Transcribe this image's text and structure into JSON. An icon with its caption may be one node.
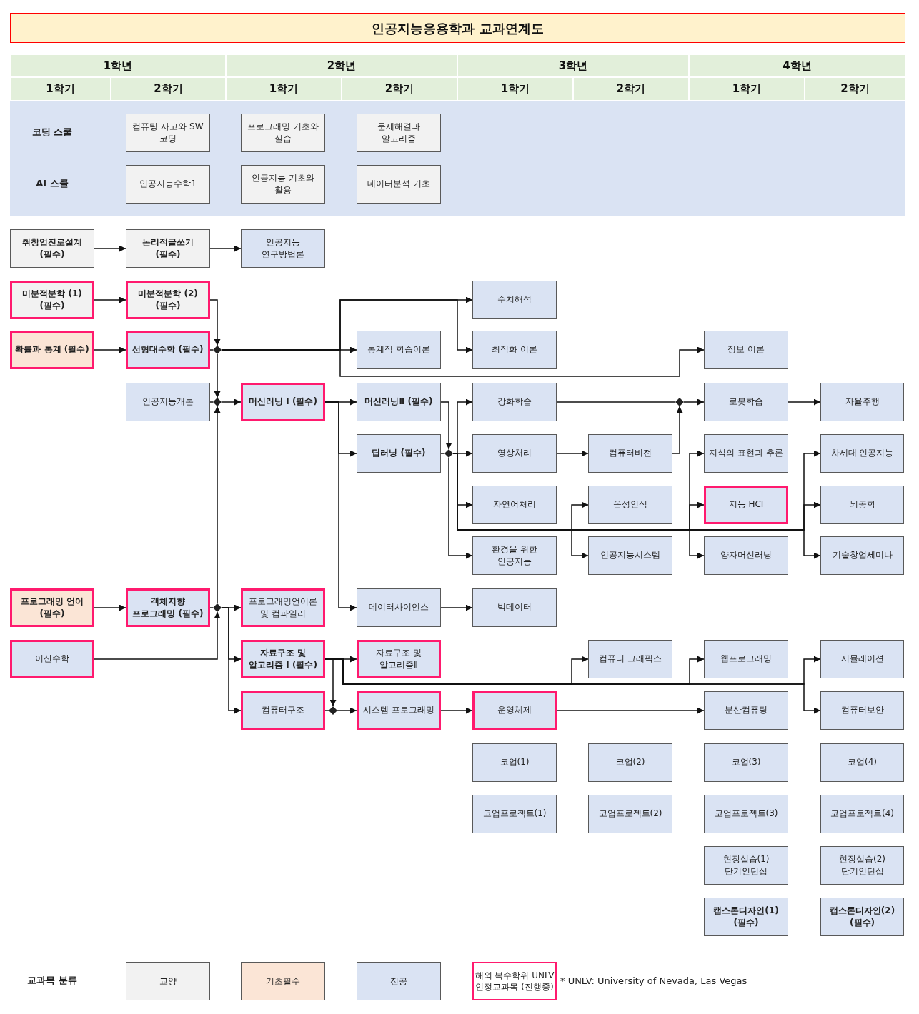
{
  "diagram": {
    "title": "인공지능응용학과 교과연계도",
    "nodes": [
      {
        "text": [
          "코딩 스쿨",
          "AI 스쿨"
        ]
      },
      {
        "text": [
          "컴퓨팅 사고와 SW 코딩"
        ],
        "in": 0
      },
      {
        "text": [
          "프로그래밍 기초와 실습"
        ],
        "in": 0
      },
      {
        "text": [
          "문제해결과 알고리즘"
        ],
        "in": 0
      },
      {
        "text": [
          "인공지능수학1"
        ],
        "in": 0
      },
      {
        "text": [
          "인공지능 기초와 활용"
        ],
        "in": 0
      },
      {
        "text": [
          "데이터분석 기초"
        ],
        "in": 0
      },
      {
        "text": [
          "취창업진로설계 (필수)"
        ]
      },
      {
        "text": [
          "논리적글쓰기 (필수)"
        ]
      },
      {
        "text": [
          "인공지능 연구방법론"
        ]
      },
      {
        "text": [
          "미분적분학 (1) (필수)"
        ]
      },
      {
        "text": [
          "미분적분학 (2) (필수)"
        ]
      },
      {
        "text": [
          "수치해석"
        ]
      },
      {
        "text": [
          "확률과 통계 (필수)"
        ]
      },
      {
        "text": [
          "선형대수학 (필수)"
        ]
      },
      {
        "text": [
          "통계적 학습이론"
        ]
      },
      {
        "text": [
          "최적화 이론"
        ]
      },
      {
        "text": [
          "정보 이론"
        ]
      },
      {
        "text": [
          "인공지능개론"
        ]
      },
      {
        "text": [
          "머신러닝 Ⅰ (필수)"
        ]
      },
      {
        "text": [
          "머신러닝Ⅱ (필수)"
        ]
      },
      {
        "text": [
          "강화학습"
        ]
      },
      {
        "text": [
          "로봇학습"
        ]
      },
      {
        "text": [
          "자율주행"
        ]
      },
      {
        "text": [
          "딥러닝 (필수)"
        ]
      },
      {
        "text": [
          "영상처리"
        ]
      },
      {
        "text": [
          "컴퓨터비전"
        ]
      },
      {
        "text": [
          "지식의 표현과 추론"
        ]
      },
      {
        "text": [
          "차세대 인공지능"
        ]
      },
      {
        "text": [
          "자연어처리"
        ]
      },
      {
        "text": [
          "음성인식"
        ]
      },
      {
        "text": [
          "지능 HCI"
        ]
      },
      {
        "text": [
          "뇌공학"
        ]
      },
      {
        "text": [
          "환경을 위한 인공지능"
        ]
      },
      {
        "text": [
          "인공지능시스템"
        ]
      },
      {
        "text": [
          "양자머신러닝"
        ]
      },
      {
        "text": [
          "기술창업세미나"
        ]
      },
      {
        "text": [
          "프로그래밍 언어 (필수)"
        ]
      },
      {
        "text": [
          "객체지향 프로그래밍 (필수)"
        ]
      },
      {
        "text": [
          "프로그래밍언어론 및 컴파일러"
        ]
      },
      {
        "text": [
          "데이터사이언스"
        ]
      },
      {
        "text": [
          "빅데이터"
        ]
      },
      {
        "text": [
          "이산수학"
        ]
      },
      {
        "text": [
          "자료구조 및 알고리즘 Ⅰ (필수)"
        ]
      },
      {
        "text": [
          "자료구조 및 알고리즘Ⅱ"
        ]
      },
      {
        "text": [
          "컴퓨터 그래픽스"
        ]
      },
      {
        "text": [
          "웹프로그래밍"
        ]
      },
      {
        "text": [
          "시뮬레이션"
        ]
      },
      {
        "text": [
          "컴퓨터구조"
        ]
      },
      {
        "text": [
          "시스템 프로그래밍"
        ]
      },
      {
        "text": [
          "운영체제"
        ]
      },
      {
        "text": [
          "분산컴퓨팅"
        ]
      },
      {
        "text": [
          "컴퓨터보안"
        ]
      },
      {
        "text": [
          "코업(1)"
        ]
      },
      {
        "text": [
          "코업(2)"
        ]
      },
      {
        "text": [
          "코업(3)"
        ]
      },
      {
        "text": [
          "코업(4)"
        ]
      },
      {
        "text": [
          "코업프로젝트(1)"
        ]
      },
      {
        "text": [
          "코업프로젝트(2)"
        ]
      },
      {
        "text": [
          "코업프로젝트(3)"
        ]
      },
      {
        "text": [
          "코업프로젝트(4)"
        ]
      },
      {
        "text": [
          "현장실습(1) 단기인턴십"
        ]
      },
      {
        "text": [
          "현장실습(2) 단기인턴십"
        ]
      },
      {
        "text": [
          "캡스톤디자인(1) (필수)"
        ]
      },
      {
        "text": [
          "캡스톤디자인(2) (필수)"
        ]
      },
      {
        "text": [],
        "shape": "diamond"
      },
      {
        "text": [],
        "shape": "diamond"
      },
      {
        "text": [],
        "shape": "diamond"
      },
      {
        "text": [],
        "shape": "diamond"
      },
      {
        "text": [],
        "shape": "diamond"
      },
      {
        "text": [],
        "shape": "diamond"
      }
    ],
    "edges": [
      {
        "from": 7,
        "to": 8,
        "arrow": "to"
      },
      {
        "from": 8,
        "to": 9,
        "arrow": "to"
      },
      {
        "from": 10,
        "to": 11,
        "arrow": "to"
      },
      {
        "from": 13,
        "to": 14,
        "arrow": "to"
      },
      {
        "from": 37,
        "to": 38,
        "arrow": "to"
      },
      {
        "from": 11,
        "to": 65,
        "arrow": "to"
      },
      {
        "from": 14,
        "to": 65,
        "arrow": "none"
      },
      {
        "from": 65,
        "to": 15,
        "arrow": "to"
      },
      {
        "from": 65,
        "to": 12,
        "arrow": "to"
      },
      {
        "from": 65,
        "to": 16,
        "arrow": "to"
      },
      {
        "from": 65,
        "to": 17,
        "arrow": "to"
      },
      {
        "from": 65,
        "to": 66,
        "arrow": "to"
      },
      {
        "from": 18,
        "to": 66,
        "arrow": "none"
      },
      {
        "from": 69,
        "to": 66,
        "arrow": "to"
      },
      {
        "from": 66,
        "to": 19,
        "arrow": "to"
      },
      {
        "from": 38,
        "to": 69,
        "arrow": "none"
      },
      {
        "from": 42,
        "to": 69,
        "arrow": "to"
      },
      {
        "from": 69,
        "to": 39,
        "arrow": "to"
      },
      {
        "from": 69,
        "to": 43,
        "arrow": "to"
      },
      {
        "from": 69,
        "to": 48,
        "arrow": "to"
      },
      {
        "from": 19,
        "to": 20,
        "arrow": "to"
      },
      {
        "from": 19,
        "to": 24,
        "arrow": "to"
      },
      {
        "from": 19,
        "to": 40,
        "arrow": "to"
      },
      {
        "from": 20,
        "to": 68,
        "arrow": "to"
      },
      {
        "from": 24,
        "to": 68,
        "arrow": "none"
      },
      {
        "from": 68,
        "to": 25,
        "arrow": "to"
      },
      {
        "from": 68,
        "to": 21,
        "arrow": "to"
      },
      {
        "from": 68,
        "to": 29,
        "arrow": "to"
      },
      {
        "from": 68,
        "to": 33,
        "arrow": "to"
      },
      {
        "from": 68,
        "to": 30,
        "arrow": "to"
      },
      {
        "from": 68,
        "to": 34,
        "arrow": "to"
      },
      {
        "from": 68,
        "to": 27,
        "arrow": "to"
      },
      {
        "from": 68,
        "to": 31,
        "arrow": "to"
      },
      {
        "from": 68,
        "to": 35,
        "arrow": "to"
      },
      {
        "from": 68,
        "to": 28,
        "arrow": "to"
      },
      {
        "from": 68,
        "to": 32,
        "arrow": "to"
      },
      {
        "from": 68,
        "to": 36,
        "arrow": "to"
      },
      {
        "from": 21,
        "to": 67,
        "arrow": "none"
      },
      {
        "from": 26,
        "to": 67,
        "arrow": "to"
      },
      {
        "from": 67,
        "to": 22,
        "arrow": "to"
      },
      {
        "from": 22,
        "to": 23,
        "arrow": "to"
      },
      {
        "from": 25,
        "to": 26,
        "arrow": "to"
      },
      {
        "from": 40,
        "to": 41,
        "arrow": "to"
      },
      {
        "from": 43,
        "to": 44,
        "arrow": "to"
      },
      {
        "from": 43,
        "to": 70,
        "arrow": "to"
      },
      {
        "from": 48,
        "to": 70,
        "arrow": "none"
      },
      {
        "from": 70,
        "to": 49,
        "arrow": "to"
      },
      {
        "from": 43,
        "to": 45,
        "arrow": "to"
      },
      {
        "from": 43,
        "to": 46,
        "arrow": "to"
      },
      {
        "from": 43,
        "to": 47,
        "arrow": "to"
      },
      {
        "from": 43,
        "to": 52,
        "arrow": "to"
      },
      {
        "from": 49,
        "to": 50,
        "arrow": "to"
      },
      {
        "from": 50,
        "to": 51,
        "arrow": "to"
      }
    ],
    "labels": [
      "1학년",
      "2학년",
      "3학년",
      "4학년",
      "1학기",
      "2학기",
      "1학기",
      "2학기",
      "1학기",
      "2학기",
      "1학기",
      "2학기",
      "교과목 분류",
      "* UNLV: University of Nevada, Las Vegas"
    ],
    "legend": [
      {
        "text": "교양",
        "color": "#f2f2f2"
      },
      {
        "text": "기초필수",
        "color": "#fbe5d6"
      },
      {
        "text": "전공",
        "color": "#dae3f3"
      },
      {
        "text": "해외 복수학위 UNLV 인정교과목 (진행중)"
      }
    ]
  }
}
